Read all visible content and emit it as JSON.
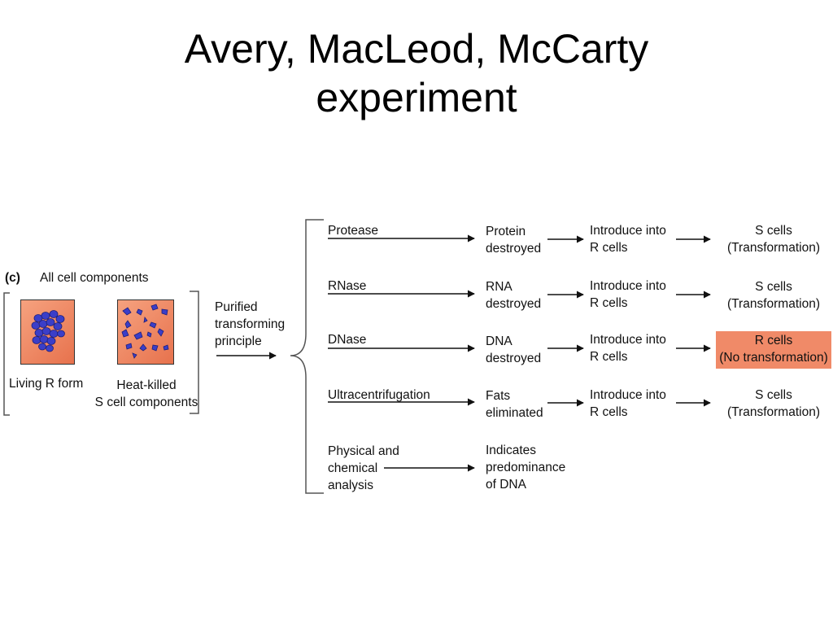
{
  "slide": {
    "title_line1": "Avery, MacLeod, McCarty",
    "title_line2": "experiment"
  },
  "diagram": {
    "panel_label": "(c)",
    "heading": "All cell components",
    "left_box_label": "Living R form",
    "right_box_label_line1": "Heat-killed",
    "right_box_label_line2": "S cell components",
    "purified_line1": "Purified",
    "purified_line2": "transforming",
    "purified_line3": "principle",
    "rows": [
      {
        "treatment": "Protease",
        "result_l1": "Protein",
        "result_l2": "destroyed",
        "step_l1": "Introduce into",
        "step_l2": "R cells",
        "outcome_l1": "S cells",
        "outcome_l2": "(Transformation)"
      },
      {
        "treatment": "RNase",
        "result_l1": "RNA",
        "result_l2": "destroyed",
        "step_l1": "Introduce into",
        "step_l2": "R cells",
        "outcome_l1": "S cells",
        "outcome_l2": "(Transformation)"
      },
      {
        "treatment": "DNase",
        "result_l1": "DNA",
        "result_l2": "destroyed",
        "step_l1": "Introduce into",
        "step_l2": "R cells",
        "outcome_l1": "R cells",
        "outcome_l2": "(No transformation)"
      },
      {
        "treatment": "Ultracentrifugation",
        "result_l1": "Fats",
        "result_l2": "eliminated",
        "step_l1": "Introduce into",
        "step_l2": "R cells",
        "outcome_l1": "S cells",
        "outcome_l2": "(Transformation)"
      }
    ],
    "analysis": {
      "treatment_l1": "Physical and",
      "treatment_l2": "chemical",
      "treatment_l3": "analysis",
      "result_l1": "Indicates",
      "result_l2": "predominance",
      "result_l3": "of DNA"
    },
    "colors": {
      "box_fill": "#ef8460",
      "highlight": "#f08a68",
      "cell": "#3b3ec8"
    }
  }
}
